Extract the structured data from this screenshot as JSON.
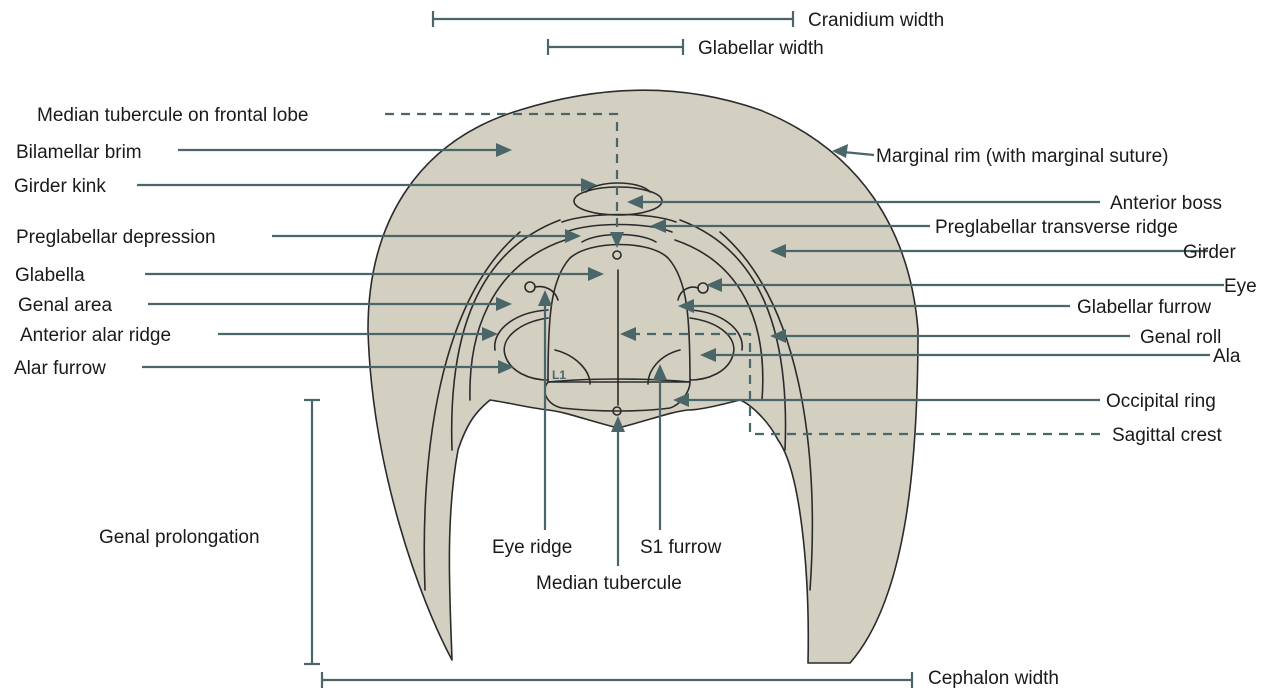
{
  "labels": {
    "cranidium_width": "Cranidium width",
    "glabellar_width": "Glabellar width",
    "median_tubercule_frontal": "Median tubercule on frontal lobe",
    "bilamellar_brim": "Bilamellar brim",
    "marginal_rim": "Marginal rim (with marginal suture)",
    "girder_kink": "Girder kink",
    "anterior_boss": "Anterior boss",
    "preglabellar_depression": "Preglabellar depression",
    "preglabellar_transverse_ridge": "Preglabellar transverse ridge",
    "girder": "Girder",
    "glabella": "Glabella",
    "eye": "Eye",
    "genal_area": "Genal area",
    "glabellar_furrow": "Glabellar furrow",
    "anterior_alar_ridge": "Anterior alar ridge",
    "genal_roll": "Genal roll",
    "alar_furrow": "Alar furrow",
    "ala": "Ala",
    "occipital_ring": "Occipital ring",
    "sagittal_crest": "Sagittal crest",
    "genal_prolongation": "Genal prolongation",
    "eye_ridge": "Eye ridge",
    "s1_furrow": "S1 furrow",
    "median_tubercule": "Median tubercule",
    "cephalon_width": "Cephalon width",
    "l1": "L1"
  },
  "colors": {
    "body_fill": "#d3cfc1",
    "outline": "#2b2b2b",
    "leader": "#4a6668"
  }
}
